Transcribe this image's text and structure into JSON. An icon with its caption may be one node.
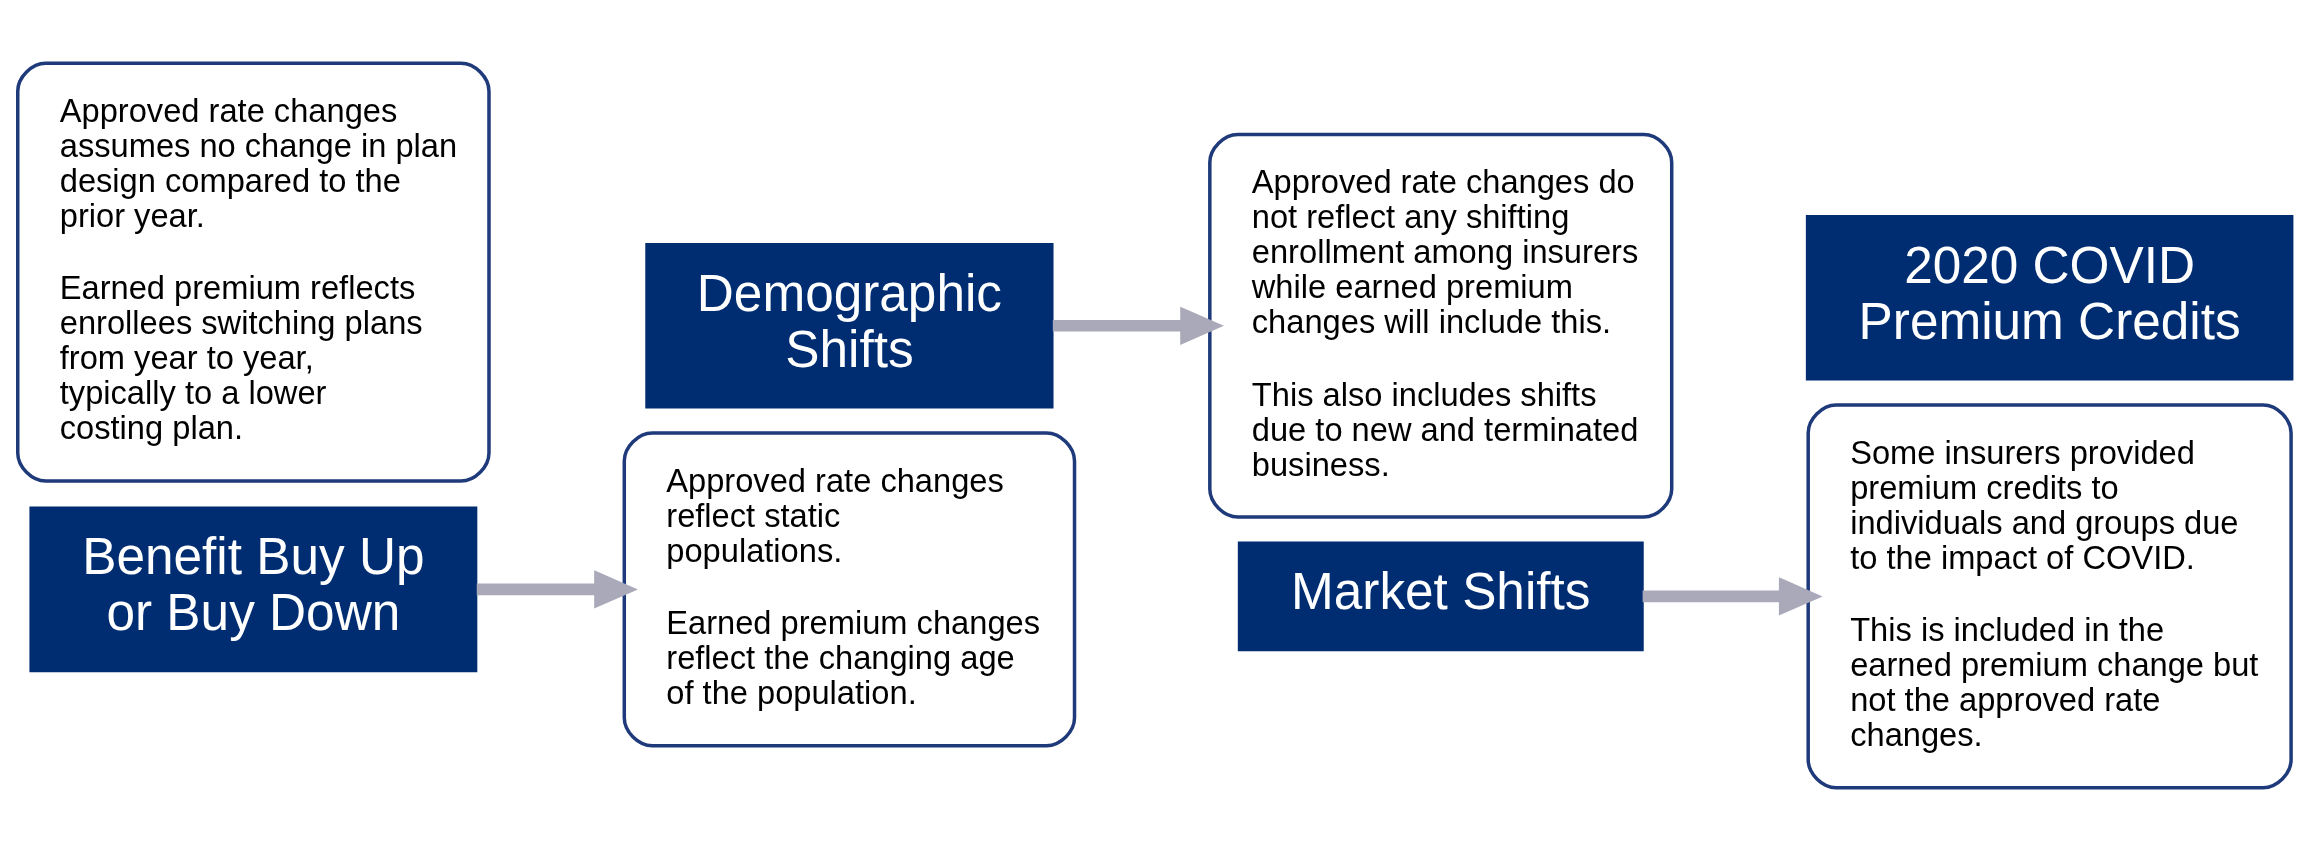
{
  "diagram": {
    "nodes": [
      {
        "text": [
          "Approved rate changes assumes no change in plan design compared to the prior year.",
          "Earned premium reflects enrollees switching plans from year to year, typically to a lower costing plan."
        ]
      },
      {
        "text": [
          "Benefit Buy Up or Buy Down"
        ]
      },
      {
        "text": [
          "Demographic Shifts"
        ]
      },
      {
        "text": [
          "Approved rate changes reflect static populations.",
          "Earned premium changes reflect the changing age of the population."
        ]
      },
      {
        "text": [
          "Approved rate changes do not reflect any shifting enrollment among insurers while earned premium changes will include this.",
          "This also includes shifts due to new and terminated business."
        ]
      },
      {
        "text": [
          "Market Shifts"
        ]
      },
      {
        "text": [
          "2020 COVID Premium Credits"
        ]
      },
      {
        "text": [
          "Some insurers provided premium credits to individuals and groups due to the impact of COVID.",
          "This is included in the earned premium change but not the approved rate changes."
        ]
      }
    ],
    "edges": [
      {
        "from": 1,
        "to": 3,
        "arrow": "to"
      },
      {
        "from": 2,
        "to": 4,
        "arrow": "to"
      },
      {
        "from": 5,
        "to": 7,
        "arrow": "to"
      }
    ]
  }
}
